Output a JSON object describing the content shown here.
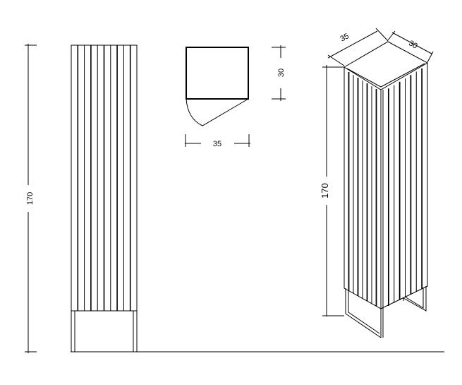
{
  "drawing": {
    "front_view": {
      "height_label": "170"
    },
    "top_view": {
      "width_label": "35",
      "depth_label": "30"
    },
    "iso_view": {
      "width_label": "35",
      "depth_label": "30",
      "height_label": "170"
    },
    "line_color": "#000000",
    "background": "#ffffff"
  }
}
